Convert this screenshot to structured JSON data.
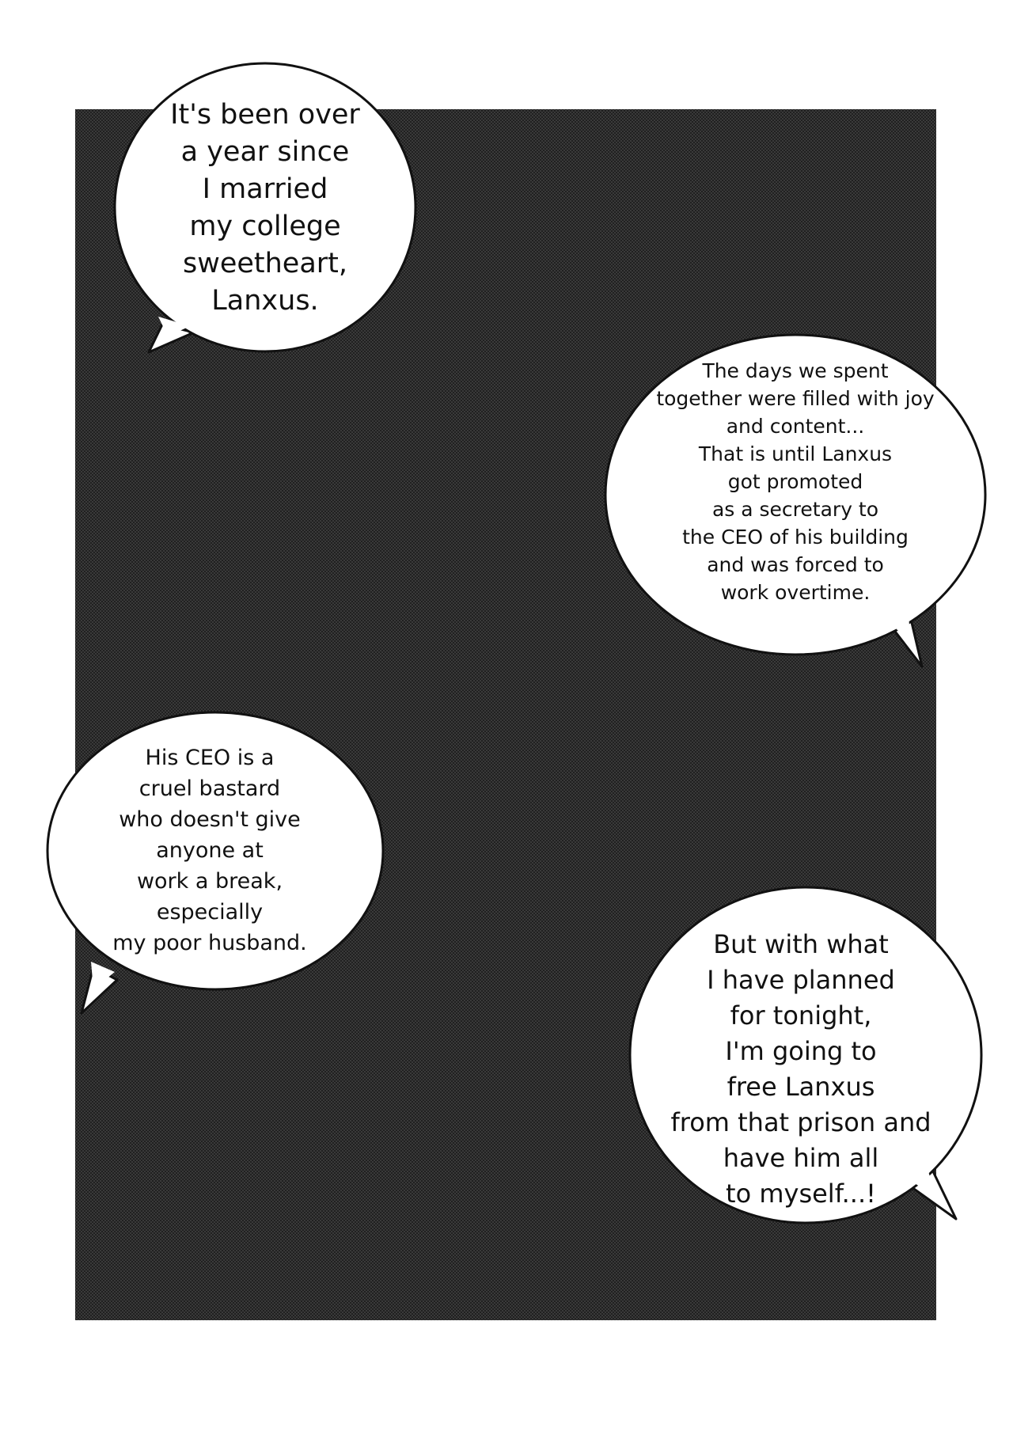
{
  "bubbles": [
    {
      "lines": [
        "It's been over",
        "a year since",
        "I married",
        "my college",
        "sweetheart,",
        "Lanxus."
      ]
    },
    {
      "lines": [
        "The days we spent",
        "together were filled with joy",
        "and content...",
        "That is until Lanxus",
        "got promoted",
        "as a secretary to",
        "the CEO of his building",
        "and was forced to",
        "work overtime."
      ]
    },
    {
      "lines": [
        "His CEO is a",
        "cruel bastard",
        "who doesn't give",
        "anyone at",
        "work a break,",
        "especially",
        "my poor husband."
      ]
    },
    {
      "lines": [
        "But with what",
        "I have planned",
        "for tonight,",
        "I'm going to",
        "free Lanxus",
        "from that prison and",
        "have him all",
        "to myself...!"
      ]
    }
  ],
  "colors": {
    "panel": "#3a3a3a",
    "bubble_fill": "#ffffff",
    "bubble_outline": "#111111",
    "page_background": "#ffffff"
  }
}
